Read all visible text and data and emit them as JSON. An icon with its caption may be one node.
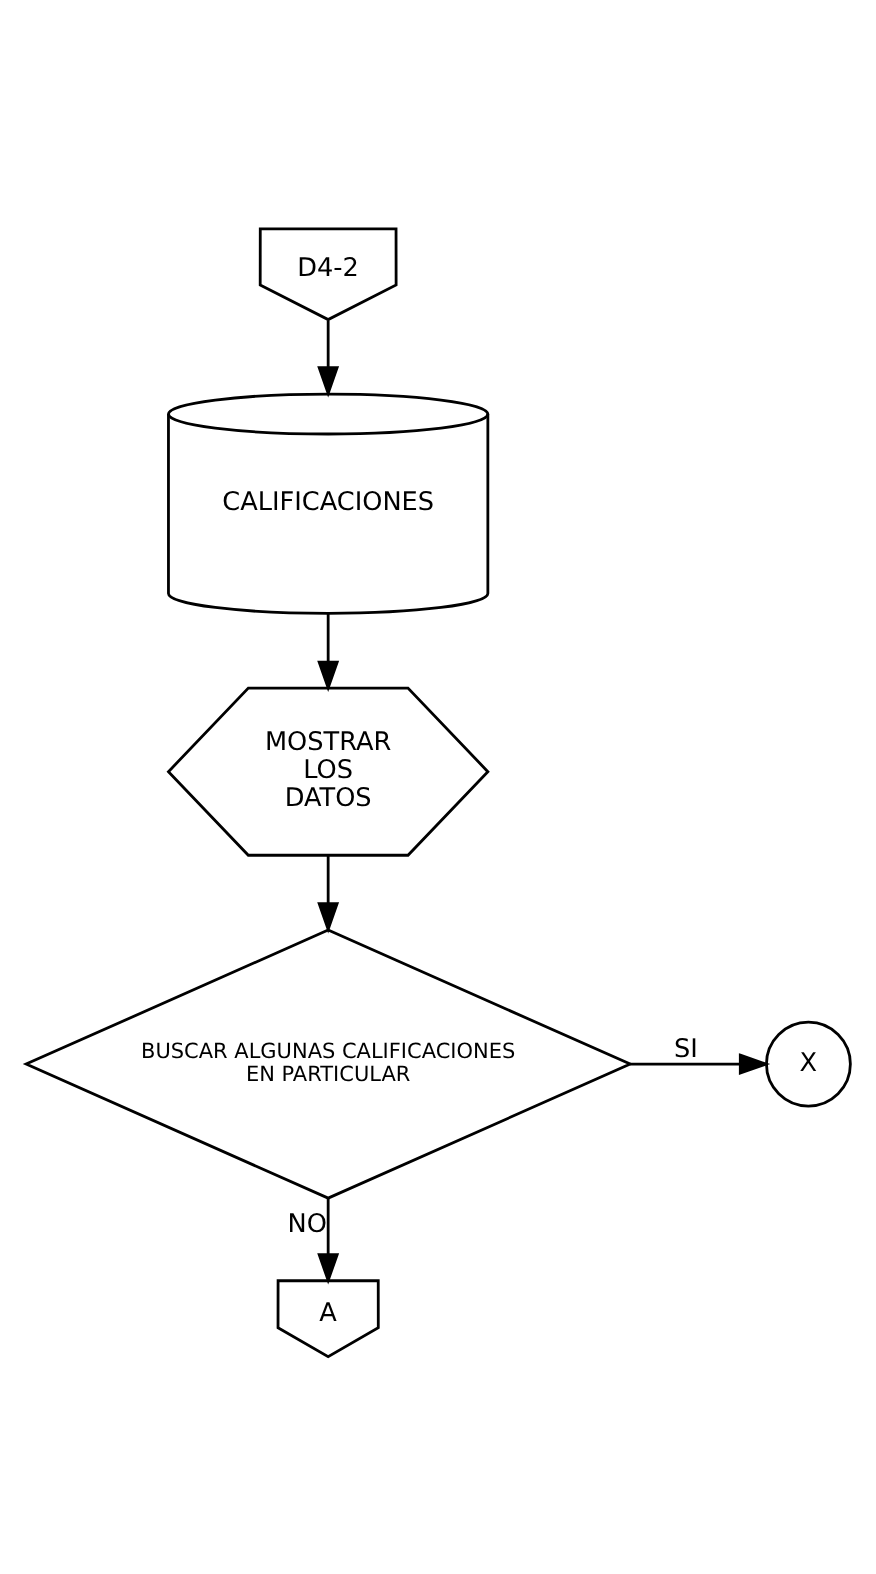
{
  "diagram": {
    "nodes": [
      {
        "text": [
          "D4-2"
        ]
      },
      {
        "text": [
          "CALIFICACIONES"
        ]
      },
      {
        "text": [
          "MOSTRAR LOS DATOS"
        ]
      },
      {
        "text": [
          "BUSCAR ALGUNAS CALIFICACIONES EN PARTICULAR"
        ]
      },
      {
        "text": [
          "X"
        ]
      },
      {
        "text": [
          "A"
        ]
      }
    ],
    "edges": [
      {
        "from": 0,
        "to": 1,
        "arrow": "to"
      },
      {
        "from": 1,
        "to": 2,
        "arrow": "to"
      },
      {
        "from": 2,
        "to": 3,
        "arrow": "to"
      },
      {
        "from": 3,
        "to": 4,
        "arrow": "to",
        "label": "SI"
      },
      {
        "from": 3,
        "to": 5,
        "arrow": "to",
        "label": "NO"
      }
    ]
  }
}
